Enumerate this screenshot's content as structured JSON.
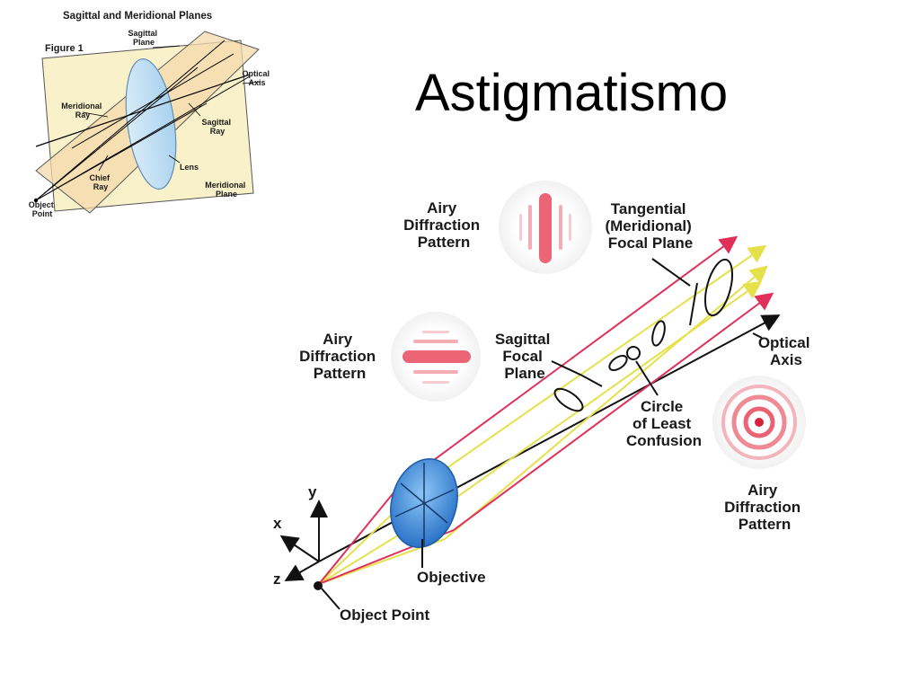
{
  "slide": {
    "title": "Astigmatismo"
  },
  "figure1": {
    "heading": "Sagittal and Meridional Planes",
    "figure_label": "Figure 1",
    "labels": {
      "sagittal_plane": [
        "Sagittal",
        "Plane"
      ],
      "optical_axis": [
        "Optical",
        "Axis"
      ],
      "meridional_ray": [
        "Meridional",
        "Ray"
      ],
      "sagittal_ray": [
        "Sagittal",
        "Ray"
      ],
      "lens": "Lens",
      "chief_ray": [
        "Chief",
        "Ray"
      ],
      "object_point": [
        "Object",
        "Point"
      ],
      "meridional_plane": [
        "Meridional",
        "Plane"
      ]
    }
  },
  "diagram2": {
    "labels": {
      "airy_top": [
        "Airy",
        "Diffraction",
        "Pattern"
      ],
      "tangential": [
        "Tangential",
        "(Meridional)",
        "Focal Plane"
      ],
      "airy_left": [
        "Airy",
        "Diffraction",
        "Pattern"
      ],
      "sagittal_focal": [
        "Sagittal",
        "Focal",
        "Plane"
      ],
      "optical_axis": [
        "Optical",
        "Axis"
      ],
      "circle_least": [
        "Circle",
        "of Least",
        "Confusion"
      ],
      "airy_right": [
        "Airy",
        "Diffraction",
        "Pattern"
      ],
      "axis_y": "y",
      "axis_x": "x",
      "axis_z": "z",
      "objective": "Objective",
      "object_point": "Object Point"
    }
  }
}
